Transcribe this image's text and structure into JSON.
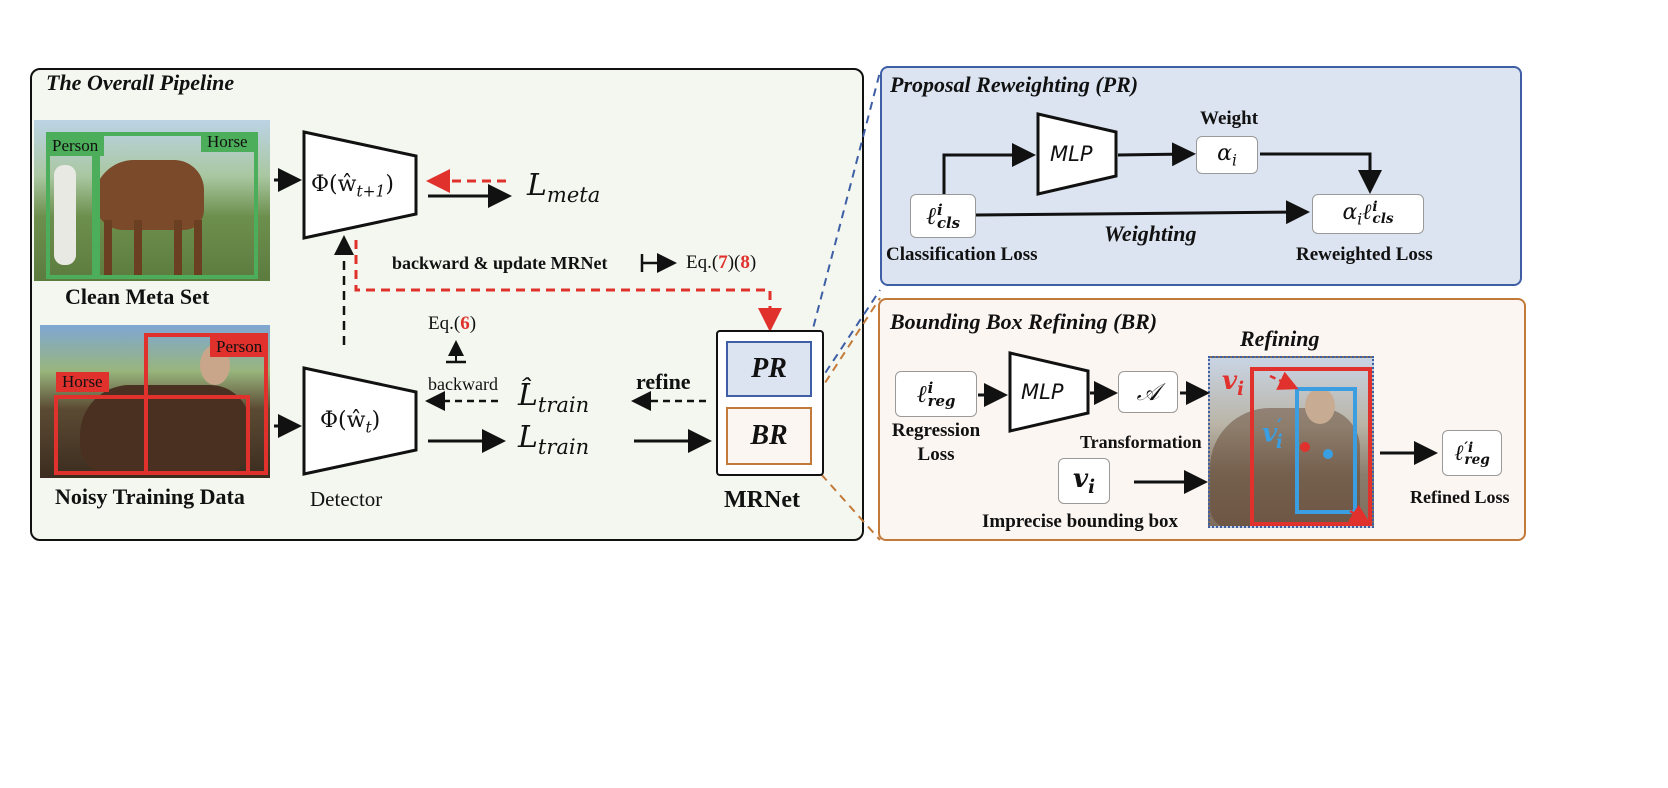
{
  "pipeline": {
    "title": "The Overall Pipeline",
    "clean_meta_set": "Clean Meta Set",
    "noisy_training_data": "Noisy Training Data",
    "clean_tags": [
      "Person",
      "Horse"
    ],
    "noisy_tags": [
      "Person",
      "Horse"
    ],
    "phi_next": "Φ(ŵ",
    "phi_next_sub": "t+1",
    "phi_now": "Φ(ŵ",
    "phi_now_sub": "t",
    "detector": "Detector",
    "l_meta_base": "L",
    "l_meta_sub": "meta",
    "backward_update": "backward & update MRNet",
    "eq78_prefix": "Eq.(",
    "eq78_a": "7",
    "eq78_mid": ")(",
    "eq78_b": "8",
    "eq78_suffix": ")",
    "eq6_prefix": "Eq.(",
    "eq6_num": "6",
    "eq6_suffix": ")",
    "backward": "backward",
    "refine": "refine",
    "l_train_hat_base": "L̂",
    "l_train_base": "L",
    "l_train_sub": "train",
    "pr": "PR",
    "br": "BR",
    "mrnet": "MRNet"
  },
  "pr_panel": {
    "title": "Proposal Reweighting (PR)",
    "mlp": "MLP",
    "weight": "Weight",
    "alpha": "α",
    "alpha_sub": "i",
    "l_cls_base": "ℓ",
    "l_cls_sup": "i",
    "l_cls_sub": "cls",
    "classification_loss": "Classification Loss",
    "weighting": "Weighting",
    "reweighted_loss": "Reweighted Loss"
  },
  "br_panel": {
    "title": "Bounding Box Refining (BR)",
    "refining": "Refining",
    "l_reg_base": "ℓ",
    "l_reg_sup": "i",
    "l_reg_sub": "reg",
    "regression_loss_1": "Regression",
    "regression_loss_2": "Loss",
    "mlp": "MLP",
    "transform_symbol": "𝒜",
    "transformation": "Transformation",
    "v_base": "v",
    "v_sub": "i",
    "v_prime_base": "v",
    "v_prime_sup": "′",
    "v_prime_sub": "i",
    "imprecise_box": "Imprecise bounding box",
    "refined_base": "ℓ",
    "refined_sup": "′i",
    "refined_sub": "reg",
    "refined_loss": "Refined Loss"
  },
  "colors": {
    "pipeline_bg": "#f4f7ef",
    "pr_bg": "#dce4f1",
    "pr_border": "#3e5fa6",
    "br_bg": "#fcf6f2",
    "br_border": "#c27a3a",
    "red": "#e0312c",
    "blue": "#3a9ee0",
    "green": "#4cae5a"
  }
}
